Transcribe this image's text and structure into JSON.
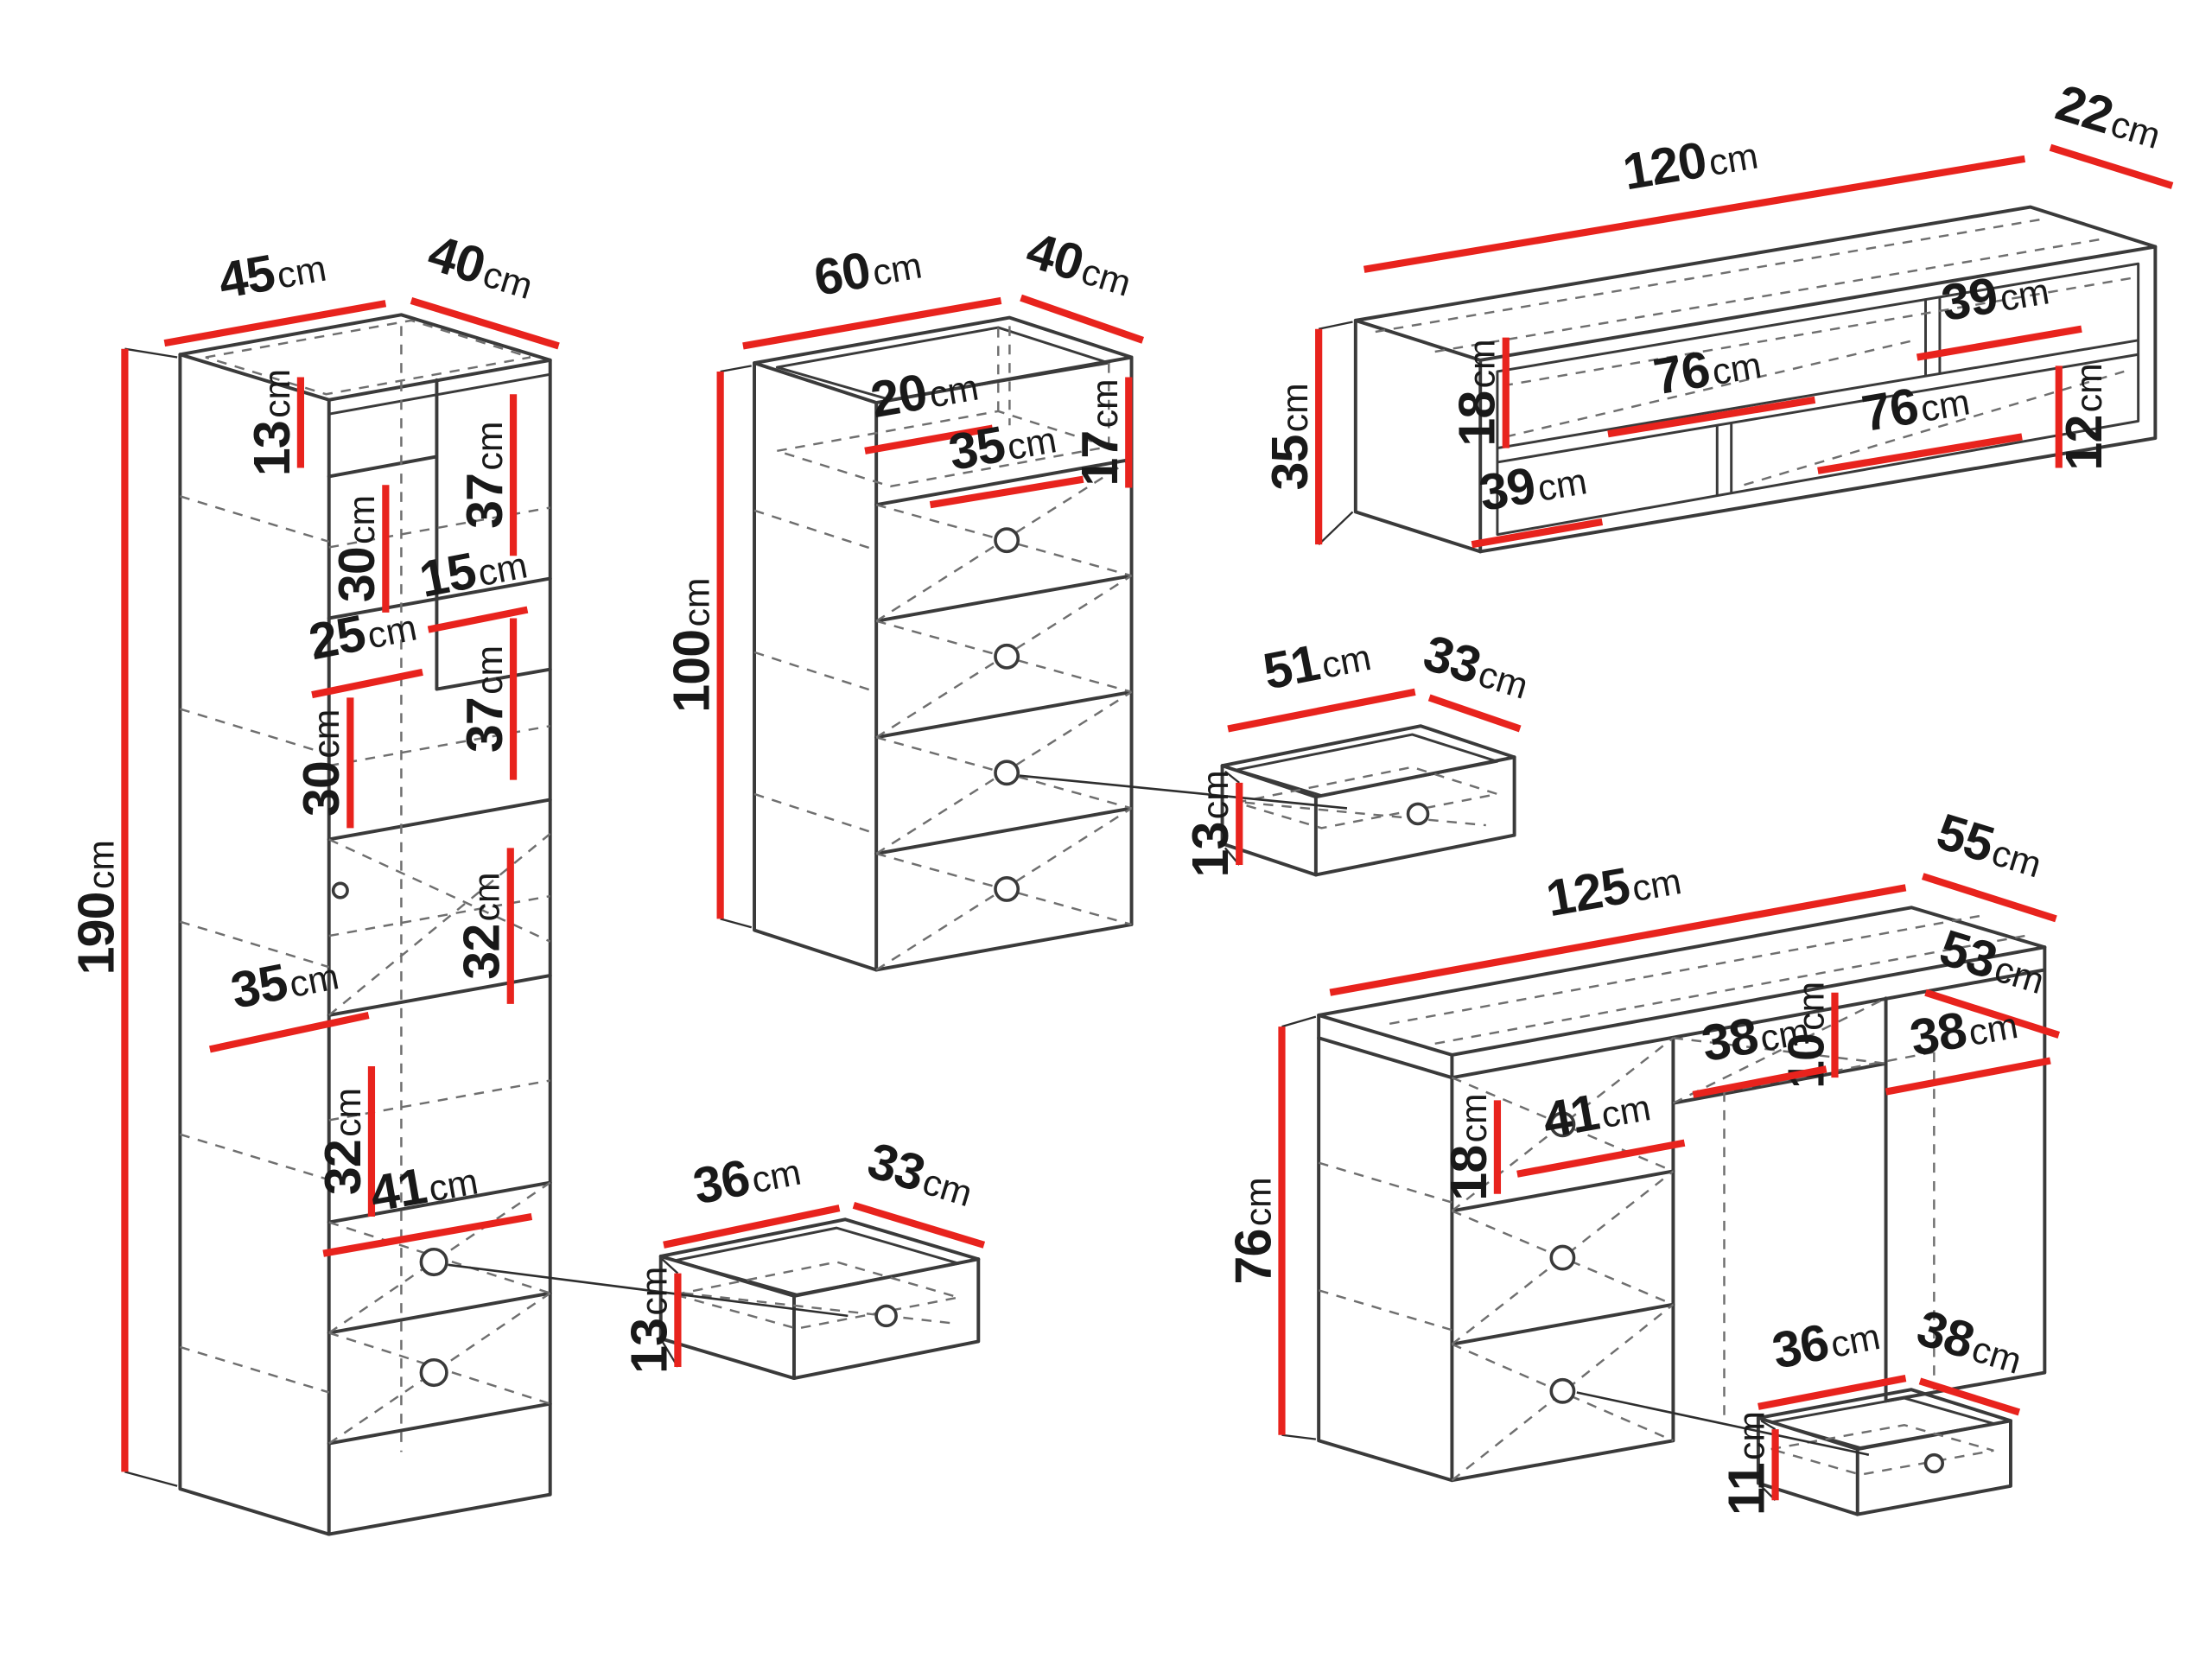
{
  "unit": "cm",
  "palette": {
    "background": "#ffffff",
    "line": "#3a3a3a",
    "hidden_line": "#6f6f6f",
    "dimension": "#e8231d",
    "text": "#191919"
  },
  "pieces": [
    {
      "id": "tall-bookcase",
      "width": "45",
      "depth": "40",
      "height": "190",
      "inner": [
        "13",
        "37",
        "30",
        "15",
        "25",
        "37",
        "30",
        "32",
        "35",
        "32",
        "41"
      ]
    },
    {
      "id": "chest-of-drawers",
      "width": "60",
      "depth": "40",
      "height": "100",
      "inner": [
        "20",
        "35",
        "17"
      ]
    },
    {
      "id": "wall-shelf",
      "width": "120",
      "depth": "22",
      "height": "35",
      "inner": [
        "18",
        "39",
        "76",
        "76",
        "39",
        "12"
      ]
    },
    {
      "id": "pullout-drawer-wide",
      "width": "51",
      "depth": "33",
      "height": "13",
      "inner": []
    },
    {
      "id": "pullout-drawer-small",
      "width": "36",
      "depth": "33",
      "height": "13",
      "inner": []
    },
    {
      "id": "dressing-desk",
      "width": "125",
      "depth": "55",
      "height": "76",
      "inner": [
        "53",
        "10",
        "38",
        "38",
        "18",
        "41"
      ]
    },
    {
      "id": "desk-pullout-drawer",
      "width": "36",
      "depth": "38",
      "height": "11",
      "inner": []
    }
  ]
}
